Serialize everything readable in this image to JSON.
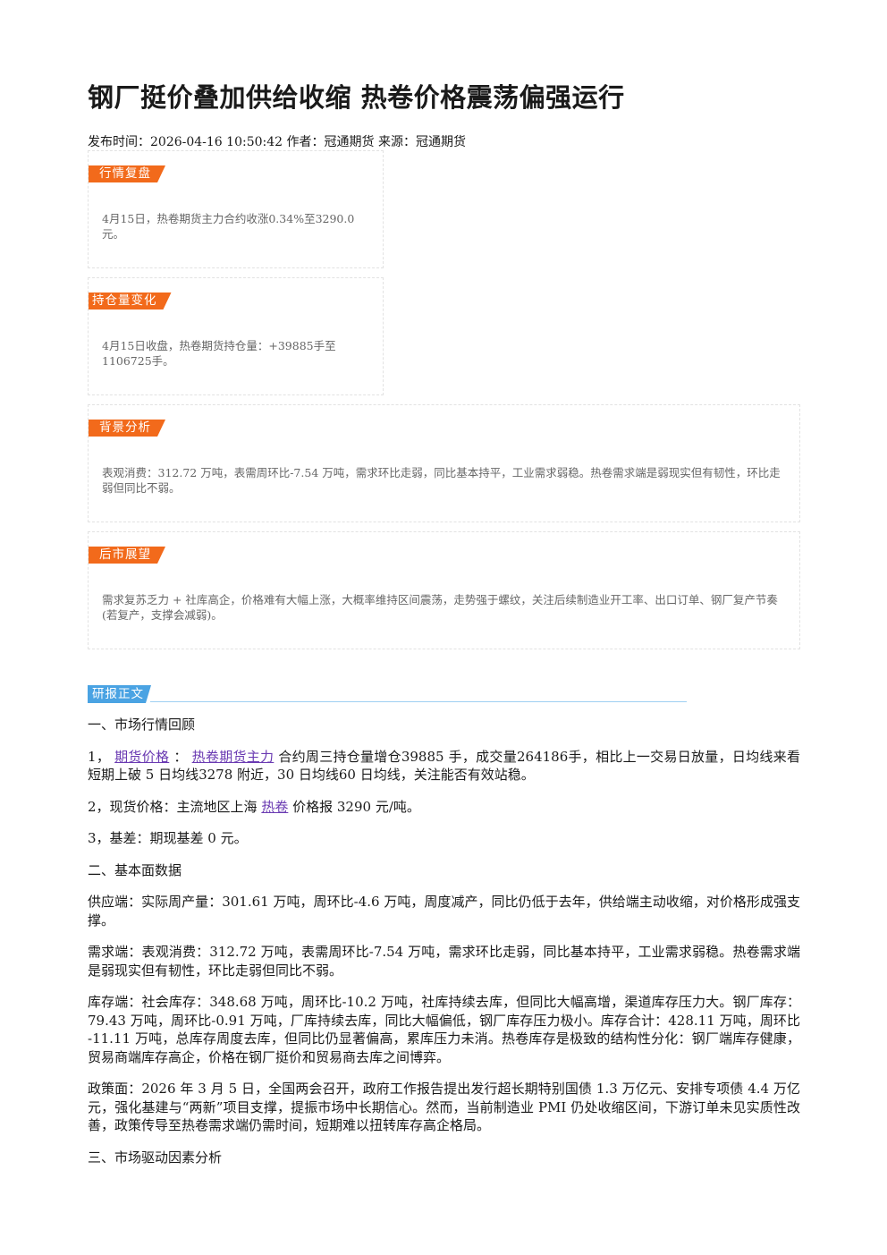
{
  "article": {
    "title": "钢厂挺价叠加供给收缩 热卷价格震荡偏强运行",
    "meta": "发布时间：2026-04-16 10:50:42 作者：冠通期货 来源：冠通期货"
  },
  "summary_boxes": [
    {
      "tag": "行情复盘",
      "text": "4月15日，热卷期货主力合约收涨0.34%至3290.0元。"
    },
    {
      "tag": "持仓量变化",
      "text": "4月15日收盘，热卷期货持仓量：+39885手至1106725手。"
    },
    {
      "tag": "背景分析",
      "text": "表观消费：312.72 万吨，表需周环比-7.54 万吨，需求环比走弱，同比基本持平，工业需求弱稳。热卷需求端是弱现实但有韧性，环比走弱但同比不弱。"
    },
    {
      "tag": "后市展望",
      "text": "需求复苏乏力 + 社库高企，价格难有大幅上涨，大概率维持区间震荡，走势强于螺纹，关注后续制造业开工率、出口订单、钢厂复产节奏(若复产，支撑会减弱)。"
    }
  ],
  "report": {
    "section_label": "研报正文",
    "heading1": "一、市场行情回顾",
    "p1": {
      "prefix": "1，",
      "link1": "期货价格",
      "sep": "：",
      "link2": "热卷期货主力",
      "rest": "合约周三持仓量增仓39885 手，成交量264186手，相比上一交易日放量，日均线来看短期上破 5 日均线3278 附近，30 日均线60 日均线，关注能否有效站稳。"
    },
    "p2": {
      "prefix": "2，现货价格：主流地区上海",
      "link": "热卷",
      "rest": "价格报 3290 元/吨。"
    },
    "p3": "3，基差：期现基差 0 元。",
    "heading2": "二、基本面数据",
    "supply": "供应端：实际周产量：301.61 万吨，周环比-4.6 万吨，周度减产，同比仍低于去年，供给端主动收缩，对价格形成强支撑。",
    "demand": "需求端：表观消费：312.72 万吨，表需周环比-7.54 万吨，需求环比走弱，同比基本持平，工业需求弱稳。热卷需求端是弱现实但有韧性，环比走弱但同比不弱。",
    "inventory": "库存端：社会库存：348.68 万吨，周环比-10.2 万吨，社库持续去库，但同比大幅高增，渠道库存压力大。钢厂库存：79.43 万吨，周环比-0.91 万吨，厂库持续去库，同比大幅偏低，钢厂库存压力极小。库存合计：428.11 万吨，周环比 -11.11 万吨，总库存周度去库，但同比仍显著偏高，累库压力未消。热卷库存是极致的结构性分化：钢厂端库存健康，贸易商端库存高企，价格在钢厂挺价和贸易商去库之间博弈。",
    "policy": "政策面：2026 年 3 月 5 日，全国两会召开，政府工作报告提出发行超长期特别国债 1.3 万亿元、安排专项债 4.4 万亿元，强化基建与“两新”项目支撑，提振市场中长期信心。然而，当前制造业 PMI 仍处收缩区间，下游订单未见实质性改善，政策传导至热卷需求端仍需时间，短期难以扭转库存高企格局。",
    "heading3": "三、市场驱动因素分析"
  },
  "colors": {
    "tag_orange": "#f26a1b",
    "tag_blue": "#4aa3e3",
    "link": "#6a3ab2"
  }
}
